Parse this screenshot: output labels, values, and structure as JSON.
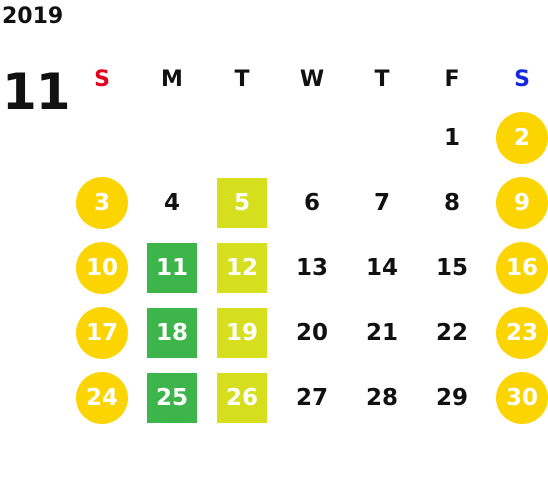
{
  "year": "2019",
  "month": "11",
  "colors": {
    "sunday_label": "#e0001b",
    "saturday_label": "#1428e0",
    "weekend_circle": "#fcd400",
    "green_box": "#3db54a",
    "lime_box": "#d5df1e",
    "weekend_text": "#ffffff"
  },
  "weekdays": [
    "S",
    "M",
    "T",
    "W",
    "T",
    "F",
    "S"
  ],
  "weeks": [
    [
      {
        "day": "",
        "style": "empty"
      },
      {
        "day": "",
        "style": "empty"
      },
      {
        "day": "",
        "style": "empty"
      },
      {
        "day": "",
        "style": "empty"
      },
      {
        "day": "",
        "style": "empty"
      },
      {
        "day": "1",
        "style": "plain"
      },
      {
        "day": "2",
        "style": "weekend"
      }
    ],
    [
      {
        "day": "3",
        "style": "weekend"
      },
      {
        "day": "4",
        "style": "plain"
      },
      {
        "day": "5",
        "style": "lime"
      },
      {
        "day": "6",
        "style": "plain"
      },
      {
        "day": "7",
        "style": "plain"
      },
      {
        "day": "8",
        "style": "plain"
      },
      {
        "day": "9",
        "style": "weekend"
      }
    ],
    [
      {
        "day": "10",
        "style": "weekend"
      },
      {
        "day": "11",
        "style": "green"
      },
      {
        "day": "12",
        "style": "lime"
      },
      {
        "day": "13",
        "style": "plain"
      },
      {
        "day": "14",
        "style": "plain"
      },
      {
        "day": "15",
        "style": "plain"
      },
      {
        "day": "16",
        "style": "weekend"
      }
    ],
    [
      {
        "day": "17",
        "style": "weekend"
      },
      {
        "day": "18",
        "style": "green"
      },
      {
        "day": "19",
        "style": "lime"
      },
      {
        "day": "20",
        "style": "plain"
      },
      {
        "day": "21",
        "style": "plain"
      },
      {
        "day": "22",
        "style": "plain"
      },
      {
        "day": "23",
        "style": "weekend"
      }
    ],
    [
      {
        "day": "24",
        "style": "weekend"
      },
      {
        "day": "25",
        "style": "green"
      },
      {
        "day": "26",
        "style": "lime"
      },
      {
        "day": "27",
        "style": "plain"
      },
      {
        "day": "28",
        "style": "plain"
      },
      {
        "day": "29",
        "style": "plain"
      },
      {
        "day": "30",
        "style": "weekend"
      }
    ]
  ]
}
